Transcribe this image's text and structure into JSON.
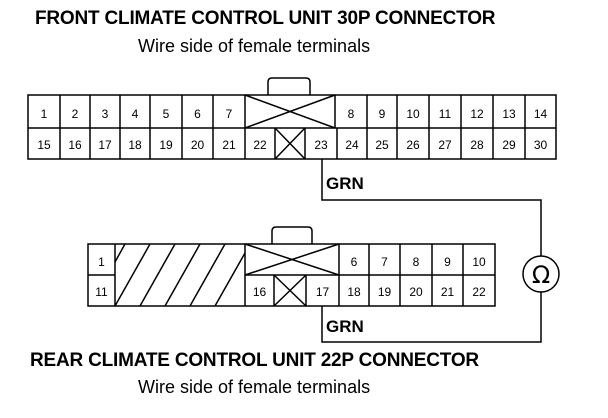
{
  "front": {
    "title": "FRONT CLIMATE CONTROL UNIT 30P CONNECTOR",
    "subtitle": "Wire side of female terminals",
    "top_row": [
      "1",
      "2",
      "3",
      "4",
      "5",
      "6",
      "7",
      "",
      "8",
      "9",
      "10",
      "11",
      "12",
      "13",
      "14"
    ],
    "bottom_row": [
      "15",
      "16",
      "17",
      "18",
      "19",
      "20",
      "21",
      "22",
      "",
      "23",
      "24",
      "25",
      "26",
      "27",
      "28",
      "29",
      "30"
    ]
  },
  "rear": {
    "title": "REAR CLIMATE CONTROL UNIT 22P CONNECTOR",
    "subtitle": "Wire side of female terminals",
    "top_row": [
      "1",
      "6",
      "7",
      "8",
      "9",
      "10"
    ],
    "bottom_row": [
      "11",
      "16",
      "17",
      "18",
      "19",
      "20",
      "21",
      "22"
    ]
  },
  "wires": {
    "front_label": "GRN",
    "rear_label": "GRN"
  },
  "meter": {
    "symbol": "Ω"
  }
}
